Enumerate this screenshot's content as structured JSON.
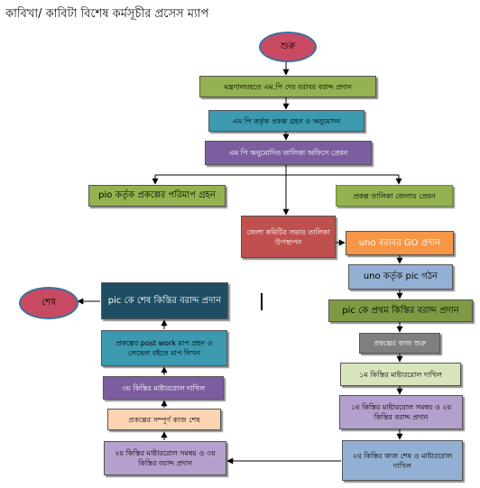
{
  "title": "কাবিখা/ কাবিটা বিশেষ কর্মসূচীর প্রসেস ম্যাপ",
  "start": "শুরু",
  "end": "শেষ",
  "steps": {
    "s1": "মন্ত্রণালয়হতে এম.পি দের বরাবর বরাদ্দ প্রদান",
    "s2": "এম পি কর্তৃক প্রকল্প গ্রহন ও অনুমোদন",
    "s3": "এম পি অনুমোদিত তালিকা অফিসে প্রেরন",
    "s4": "pio কর্তৃক প্রকল্পের পরিমাপ গ্রহন",
    "s5": "প্রকল্প তালিকা জেলায় প্রেরন",
    "s6": "জেলা কমিটির সভায় তালিকা উপস্থাপন",
    "s7": "uno বরাবর GO প্রদান",
    "s8": "uno কর্তৃক pic গঠন",
    "s9": "pic কে প্রথম কিস্তির বরাদ্দ প্রদান",
    "s10": "প্রকল্পের কাজ শুরু",
    "s11": "১ম কিস্তির মাষ্টাররোল দাখিল",
    "s12": "১ম কিস্তির মাষ্টাররোল সমন্বয় ও ২য় কিস্তির বরাদ্দ প্রদান",
    "s13": "২য় কিস্তির কাজ শেষ ও মাষ্টাররোল দাখিল",
    "s14": "২য় কিস্তির মাষ্টাররোল সমন্বয় ও ৩য় কিস্তির বরাদ্দ প্রদান",
    "s15": "প্রকল্পের সম্পূর্ণ কাজ শেষ",
    "s16": "৩য় কিস্তির মাষ্টাররোল দাখিল",
    "s17": "প্রকল্পের post work মাপ গ্রহন ও লেভেল বইতে মাপ লিখন",
    "s18": "pic কে শেষ কিস্তির বরাদ্দ প্রদান"
  },
  "colors": {
    "start_fill": "#c94a63",
    "start_border": "#39729a",
    "green": "#94b24f",
    "teal": "#3c9ab0",
    "purple": "#7c5ea0",
    "red": "#c0504d",
    "orange": "#f79646",
    "blue": "#93b0d4",
    "olive": "#7f9a43",
    "grey": "#7f7f7f",
    "light_purple": "#b3a0cc",
    "navy": "#1f4e63"
  }
}
